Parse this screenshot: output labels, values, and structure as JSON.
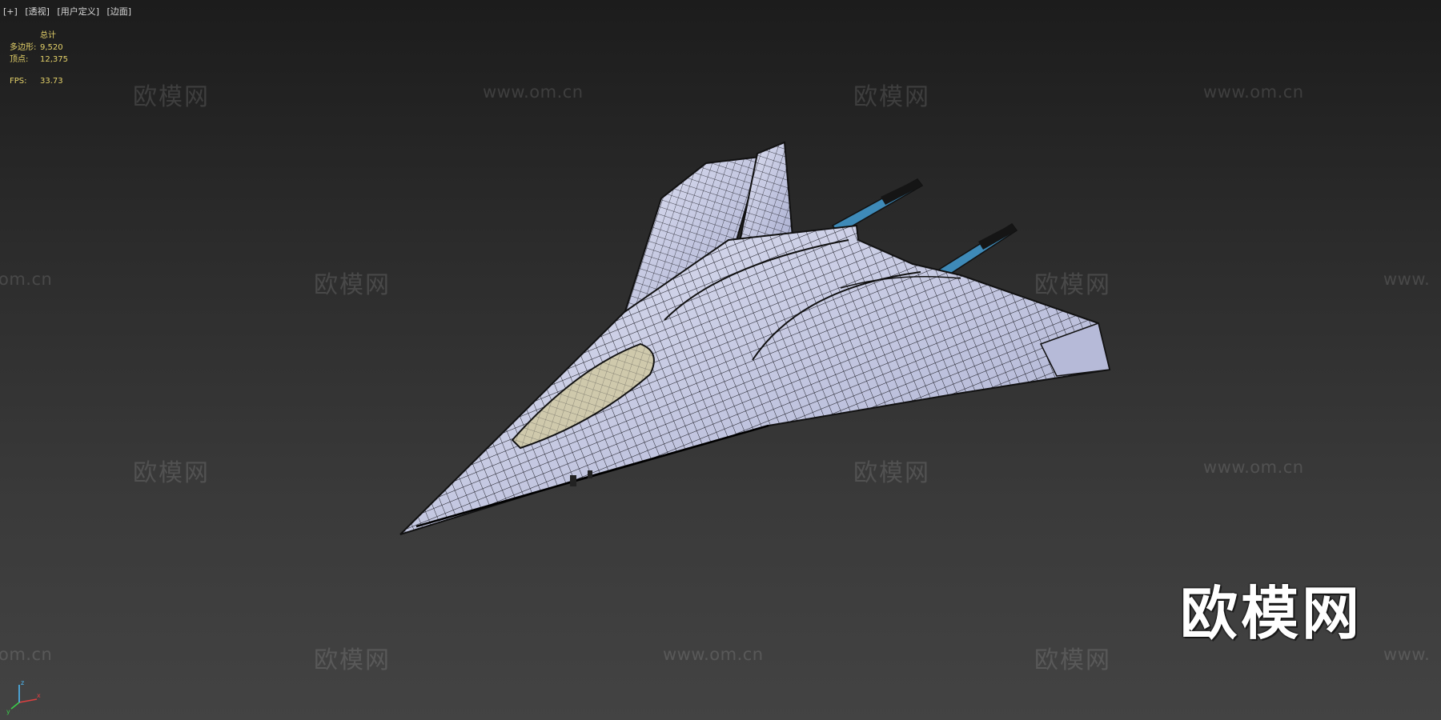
{
  "viewport": {
    "labels": [
      "[+]",
      "[透视]",
      "[用户定义]",
      "[边面]"
    ]
  },
  "stats": {
    "header": "总计",
    "polys_label": "多边形:",
    "polys_value": "9,520",
    "verts_label": "顶点:",
    "verts_value": "12,375",
    "fps_label": "FPS:",
    "fps_value": "33.73"
  },
  "watermark": {
    "logo_text": "欧模网",
    "url_text": "www.om.cn",
    "partial_url_left": "om.cn",
    "partial_url_right": "www."
  },
  "big_logo": "欧模网",
  "colors": {
    "mesh_fill": "#c8cce6",
    "mesh_line": "#15151c",
    "canopy": "#cfc9ac",
    "exhaust": "#3e8ab8",
    "stats_text": "#e6d36a"
  },
  "axis_gizmo": {
    "x": "x",
    "y": "y",
    "z": "z"
  }
}
